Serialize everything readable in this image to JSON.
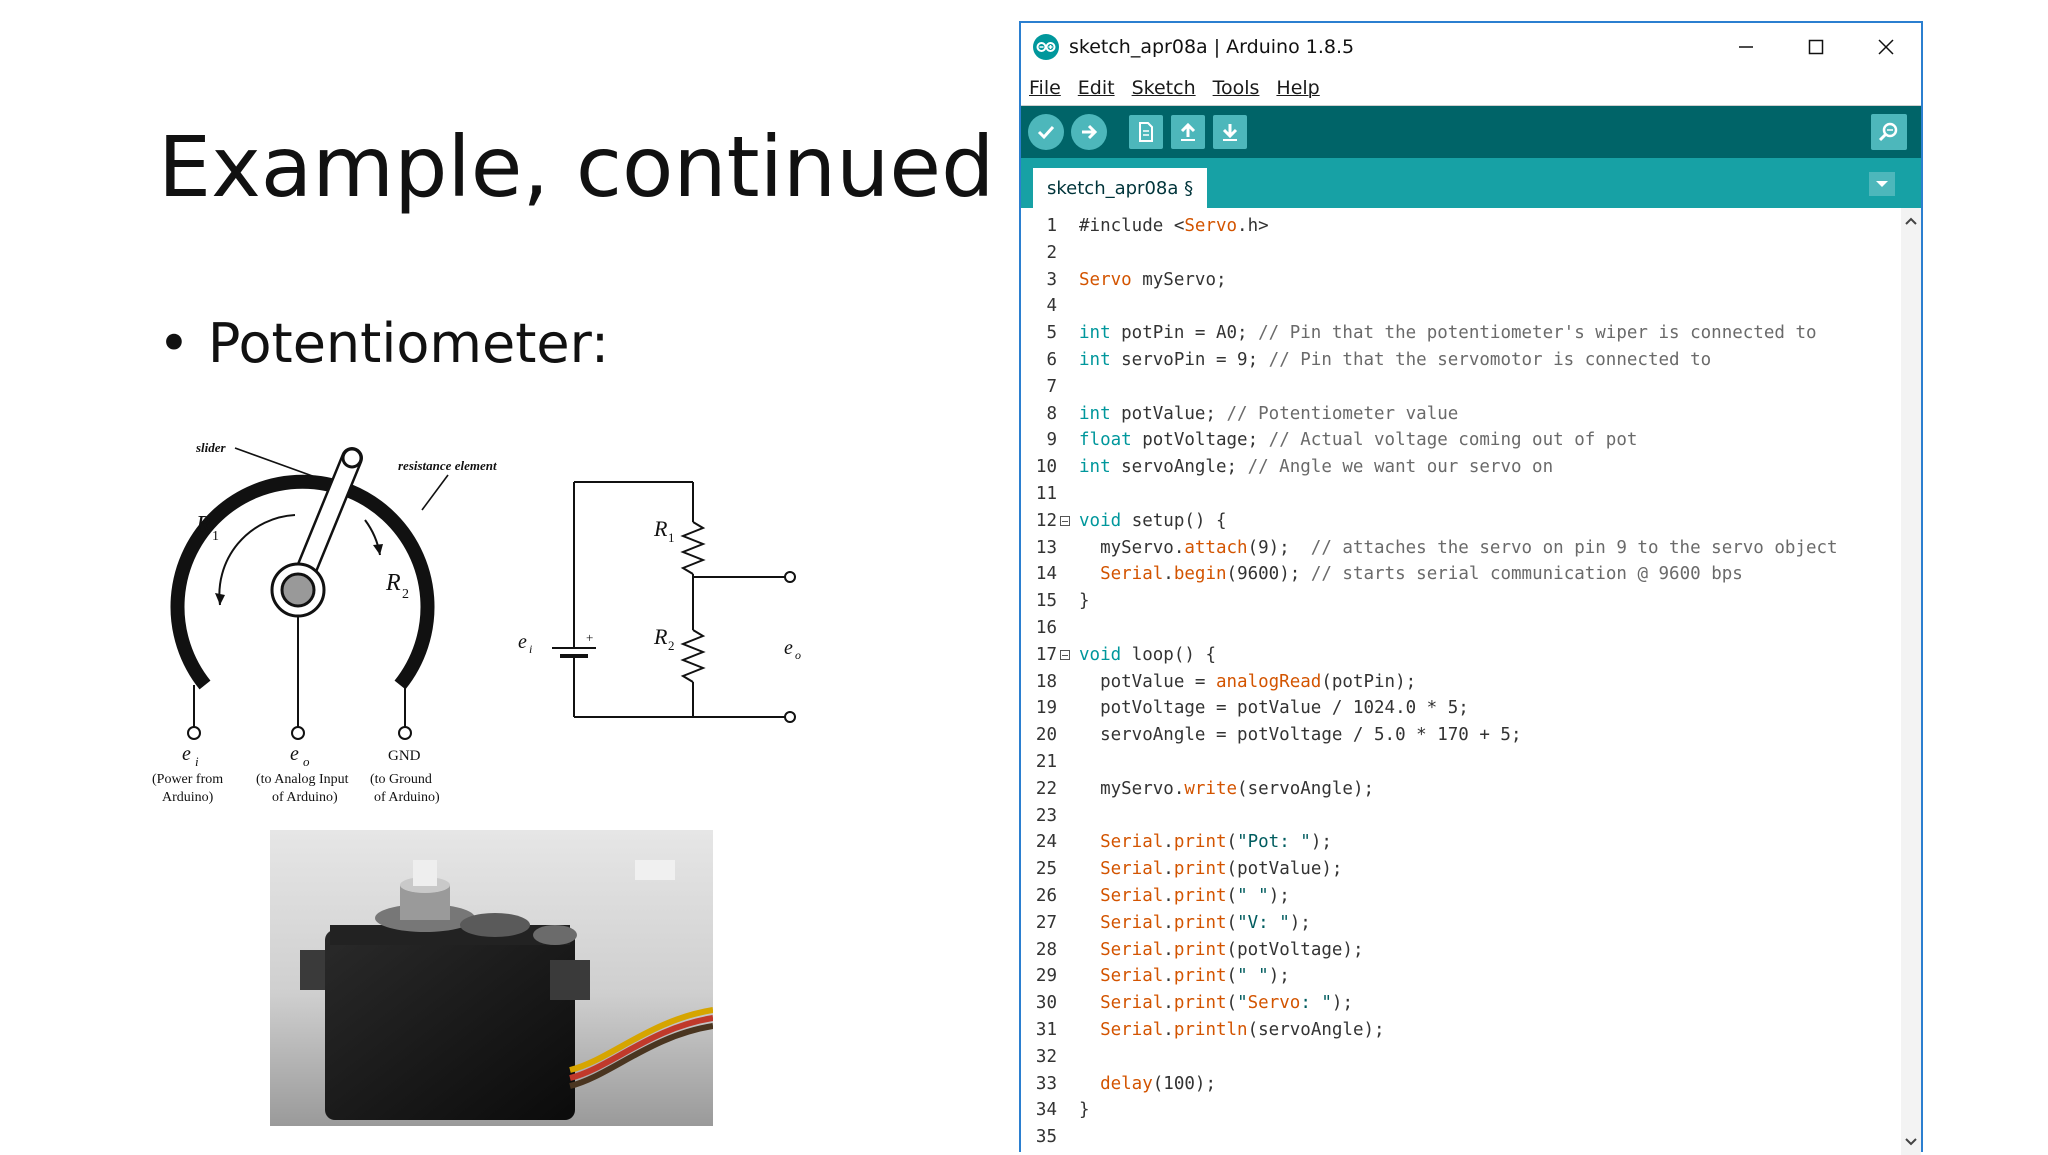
{
  "slide": {
    "title": "Example, continued",
    "bullet": "Potentiometer:"
  },
  "diagram": {
    "labels": {
      "slider": "slider",
      "resistance_element": "resistance element",
      "r1": "R",
      "r1_sub": "1",
      "r2": "R",
      "r2_sub": "2",
      "ei": "e",
      "ei_sub": "i",
      "eo": "e",
      "eo_sub": "o",
      "gnd": "GND",
      "power_from": "(Power from",
      "arduino": "Arduino)",
      "to_analog_input": "(to Analog Input",
      "of_arduino": "of Arduino)",
      "to_ground": "(to Ground",
      "of_arduino_2": "of Arduino)"
    }
  },
  "window": {
    "title": "sketch_apr08a | Arduino 1.8.5",
    "menu": [
      "File",
      "Edit",
      "Sketch",
      "Tools",
      "Help"
    ],
    "toolbar": [
      "verify-icon",
      "upload-icon",
      "new-icon",
      "open-icon",
      "save-icon",
      "serial-monitor-icon"
    ],
    "tab": "sketch_apr08a §",
    "colors": {
      "toolbar_bg": "#006468",
      "tabbar_bg": "#17a1a5",
      "button_bg": "#4db7bb",
      "keyword": "#00979c",
      "function": "#d35400",
      "comment": "#6a6a6a"
    }
  },
  "code": [
    {
      "n": "1",
      "text": "#include <Servo.h>"
    },
    {
      "n": "2",
      "text": ""
    },
    {
      "n": "3",
      "text": "Servo myServo;"
    },
    {
      "n": "4",
      "text": ""
    },
    {
      "n": "5",
      "text": "int potPin = A0; // Pin that the potentiometer's wiper is connected to"
    },
    {
      "n": "6",
      "text": "int servoPin = 9; // Pin that the servomotor is connected to"
    },
    {
      "n": "7",
      "text": ""
    },
    {
      "n": "8",
      "text": "int potValue; // Potentiometer value"
    },
    {
      "n": "9",
      "text": "float potVoltage; // Actual voltage coming out of pot"
    },
    {
      "n": "10",
      "text": "int servoAngle; // Angle we want our servo on"
    },
    {
      "n": "11",
      "text": ""
    },
    {
      "n": "12",
      "text": "void setup() {",
      "fold": true
    },
    {
      "n": "13",
      "text": "  myServo.attach(9);  // attaches the servo on pin 9 to the servo object"
    },
    {
      "n": "14",
      "text": "  Serial.begin(9600); // starts serial communication @ 9600 bps"
    },
    {
      "n": "15",
      "text": "}"
    },
    {
      "n": "16",
      "text": ""
    },
    {
      "n": "17",
      "text": "void loop() {",
      "fold": true
    },
    {
      "n": "18",
      "text": "  potValue = analogRead(potPin);"
    },
    {
      "n": "19",
      "text": "  potVoltage = potValue / 1024.0 * 5;"
    },
    {
      "n": "20",
      "text": "  servoAngle = potVoltage / 5.0 * 170 + 5;"
    },
    {
      "n": "21",
      "text": ""
    },
    {
      "n": "22",
      "text": "  myServo.write(servoAngle);"
    },
    {
      "n": "23",
      "text": ""
    },
    {
      "n": "24",
      "text": "  Serial.print(\"Pot: \");"
    },
    {
      "n": "25",
      "text": "  Serial.print(potValue);"
    },
    {
      "n": "26",
      "text": "  Serial.print(\" \");"
    },
    {
      "n": "27",
      "text": "  Serial.print(\"V: \");"
    },
    {
      "n": "28",
      "text": "  Serial.print(potVoltage);"
    },
    {
      "n": "29",
      "text": "  Serial.print(\" \");"
    },
    {
      "n": "30",
      "text": "  Serial.print(\"Servo: \");"
    },
    {
      "n": "31",
      "text": "  Serial.println(servoAngle);"
    },
    {
      "n": "32",
      "text": ""
    },
    {
      "n": "33",
      "text": "  delay(100);"
    },
    {
      "n": "34",
      "text": "}"
    },
    {
      "n": "35",
      "text": ""
    }
  ]
}
